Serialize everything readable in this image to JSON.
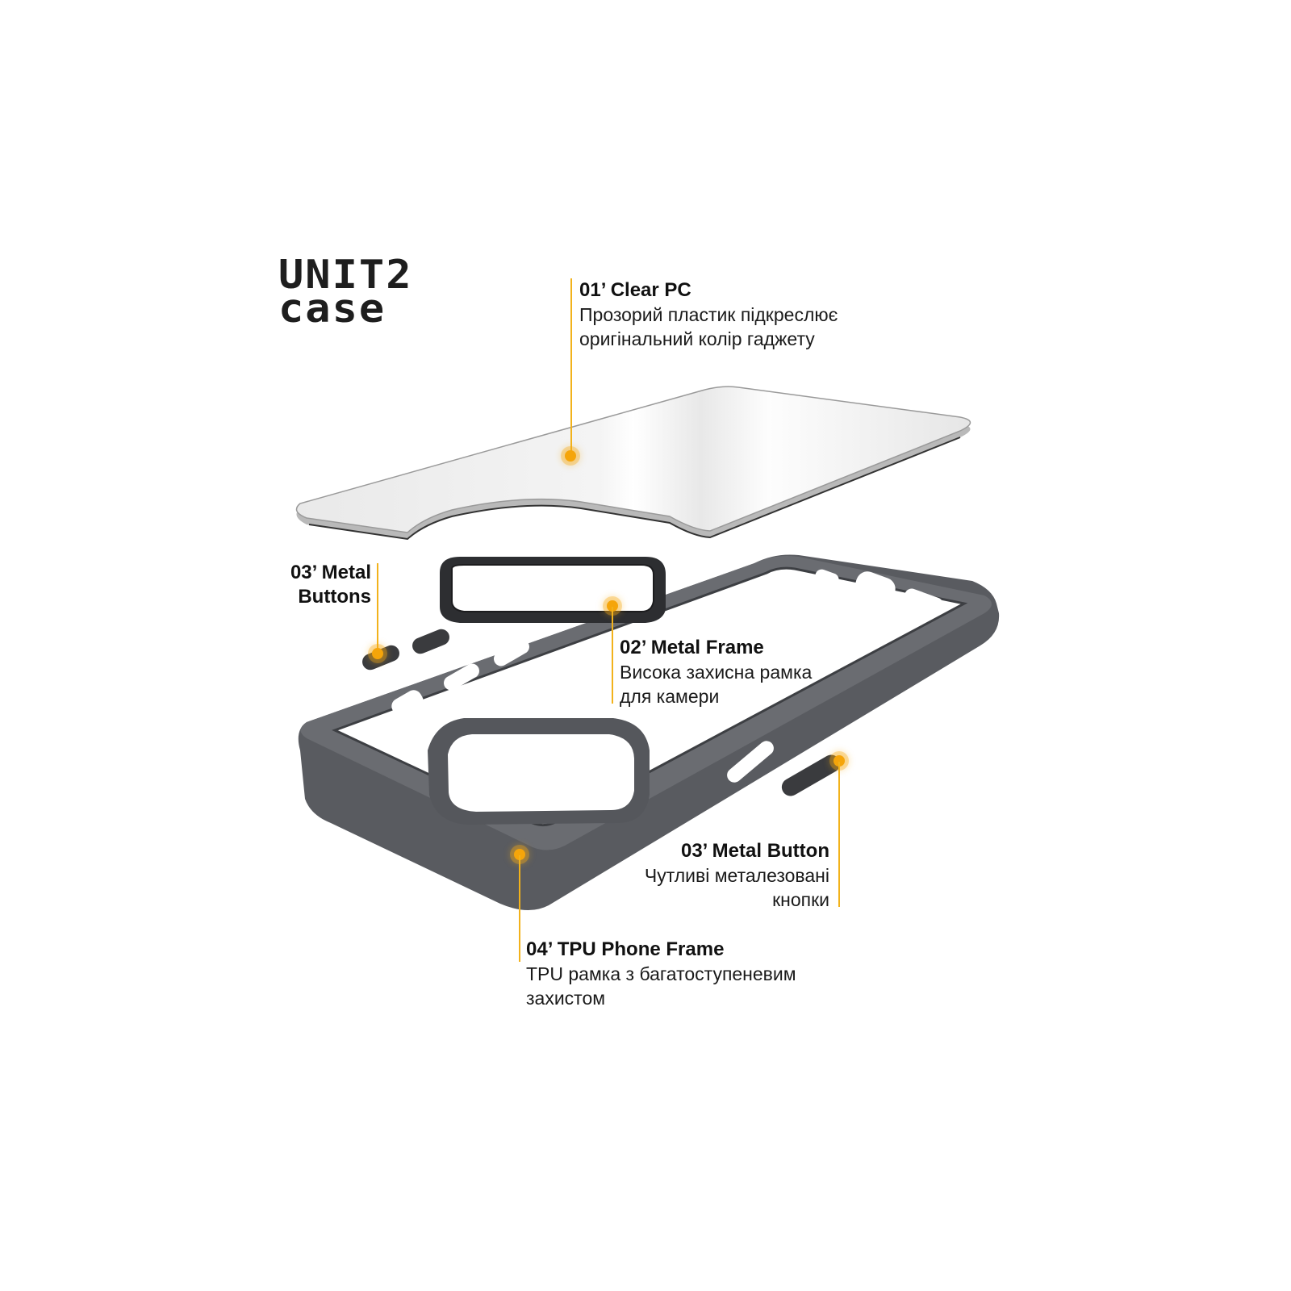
{
  "brand": {
    "logo_line1": "UNIT2",
    "logo_line2": "case"
  },
  "accent_color": "#f5a50a",
  "frame_color": "#55575c",
  "callouts": [
    {
      "id": "clear-pc",
      "title": "01’ Clear PC",
      "desc_line1": "Прозорий пластик підкреслює",
      "desc_line2": "оригінальний колір гаджету"
    },
    {
      "id": "metal-frame",
      "title": "02’ Metal Frame",
      "desc_line1": "Висока захисна рамка",
      "desc_line2": "для камери"
    },
    {
      "id": "metal-buttons",
      "title_line1": "03’ Metal",
      "title_line2": "Buttons"
    },
    {
      "id": "metal-button",
      "title": "03’ Metal Button",
      "desc_line1": "Чутливі металезовані",
      "desc_line2": "кнопки"
    },
    {
      "id": "tpu-frame",
      "title": "04’ TPU Phone Frame",
      "desc_line1": "TPU рамка з багатоступеневим",
      "desc_line2": "захистом"
    }
  ]
}
